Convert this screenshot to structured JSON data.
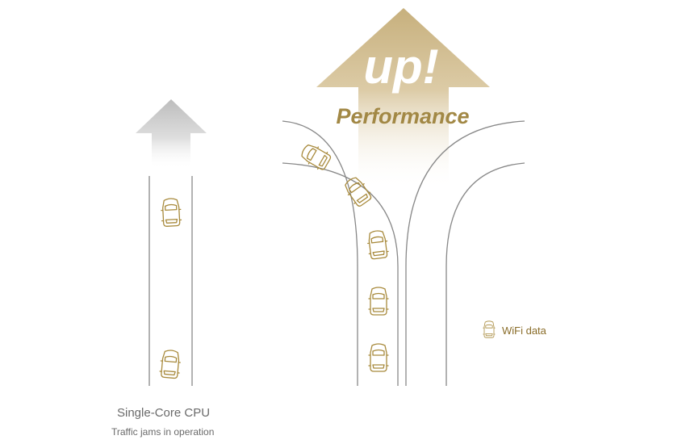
{
  "left_panel": {
    "title": "Single-Core CPU",
    "subtitle": "Traffic jams in operation"
  },
  "right_panel": {
    "headline": "up!",
    "subheadline": "Performance"
  },
  "legend": {
    "label": "WiFi data",
    "icon": "car-icon"
  },
  "colors": {
    "gold": "#a88a3c",
    "gold_light": "#c9b17a",
    "gray_arrow": "#c4c4c4",
    "road": "#888888",
    "text": "#666666"
  }
}
